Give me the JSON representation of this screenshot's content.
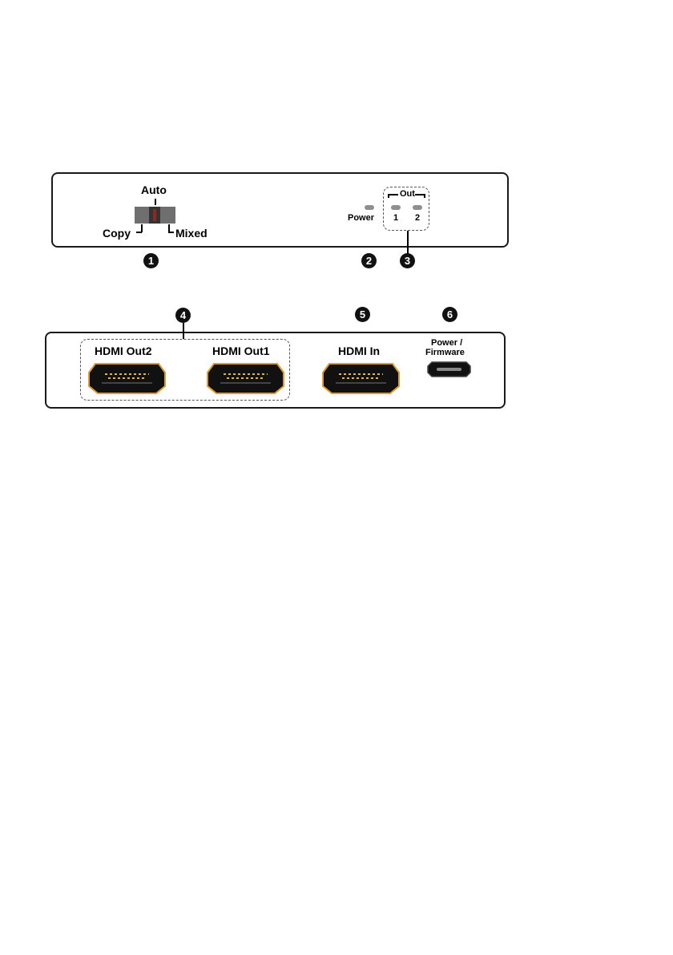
{
  "front_panel": {
    "switch": {
      "top_label": "Auto",
      "left_label": "Copy",
      "right_label": "Mixed"
    },
    "power_led_label": "Power",
    "out_group_label": "Out",
    "out_led_labels": [
      "1",
      "2"
    ],
    "callouts": [
      "1",
      "2",
      "3"
    ]
  },
  "rear_panel": {
    "ports": [
      {
        "label": "HDMI Out2"
      },
      {
        "label": "HDMI Out1"
      },
      {
        "label": "HDMI In"
      },
      {
        "label_line1": "Power /",
        "label_line2": "Firmware"
      }
    ],
    "callouts": [
      "4",
      "5",
      "6"
    ]
  },
  "colors": {
    "panel_border": "#1a1a1a",
    "led": "#8f8f8f",
    "switch_body": "#6f6f6f",
    "port_outline": "#e29a2e",
    "port_pins": "#e8b04a",
    "port_body": "#111111"
  }
}
